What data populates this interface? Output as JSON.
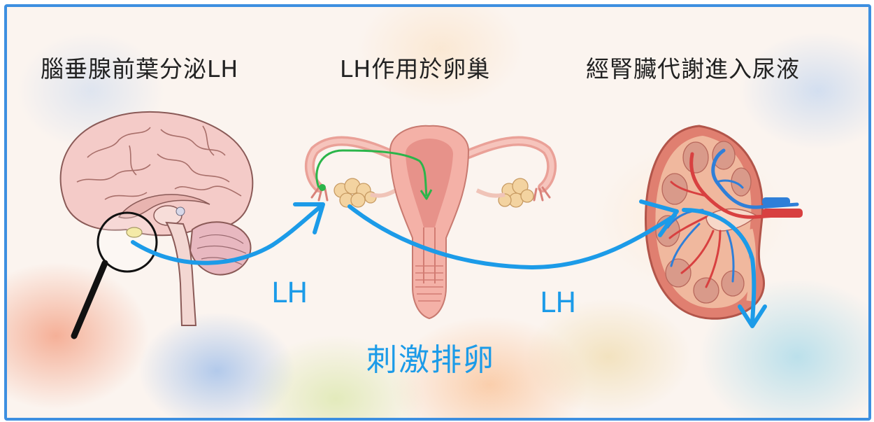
{
  "headings": {
    "left": "腦垂腺前葉分泌LH",
    "middle": "LH作用於卵巢",
    "right": "經腎臟代謝進入尿液"
  },
  "arrow_labels": {
    "first": "LH",
    "second": "LH"
  },
  "result_label": "刺激排卵",
  "colors": {
    "frame_border": "#3d8fe0",
    "flow_arrow": "#1c9be8",
    "ovary_arrow": "#2bb54a",
    "brain": "#f4c9c6",
    "uterus": "#f2a9a0",
    "kidney": "#d9776a"
  },
  "icons": [
    "brain-illustration",
    "magnifying-glass-icon",
    "uterus-illustration",
    "kidney-illustration"
  ]
}
